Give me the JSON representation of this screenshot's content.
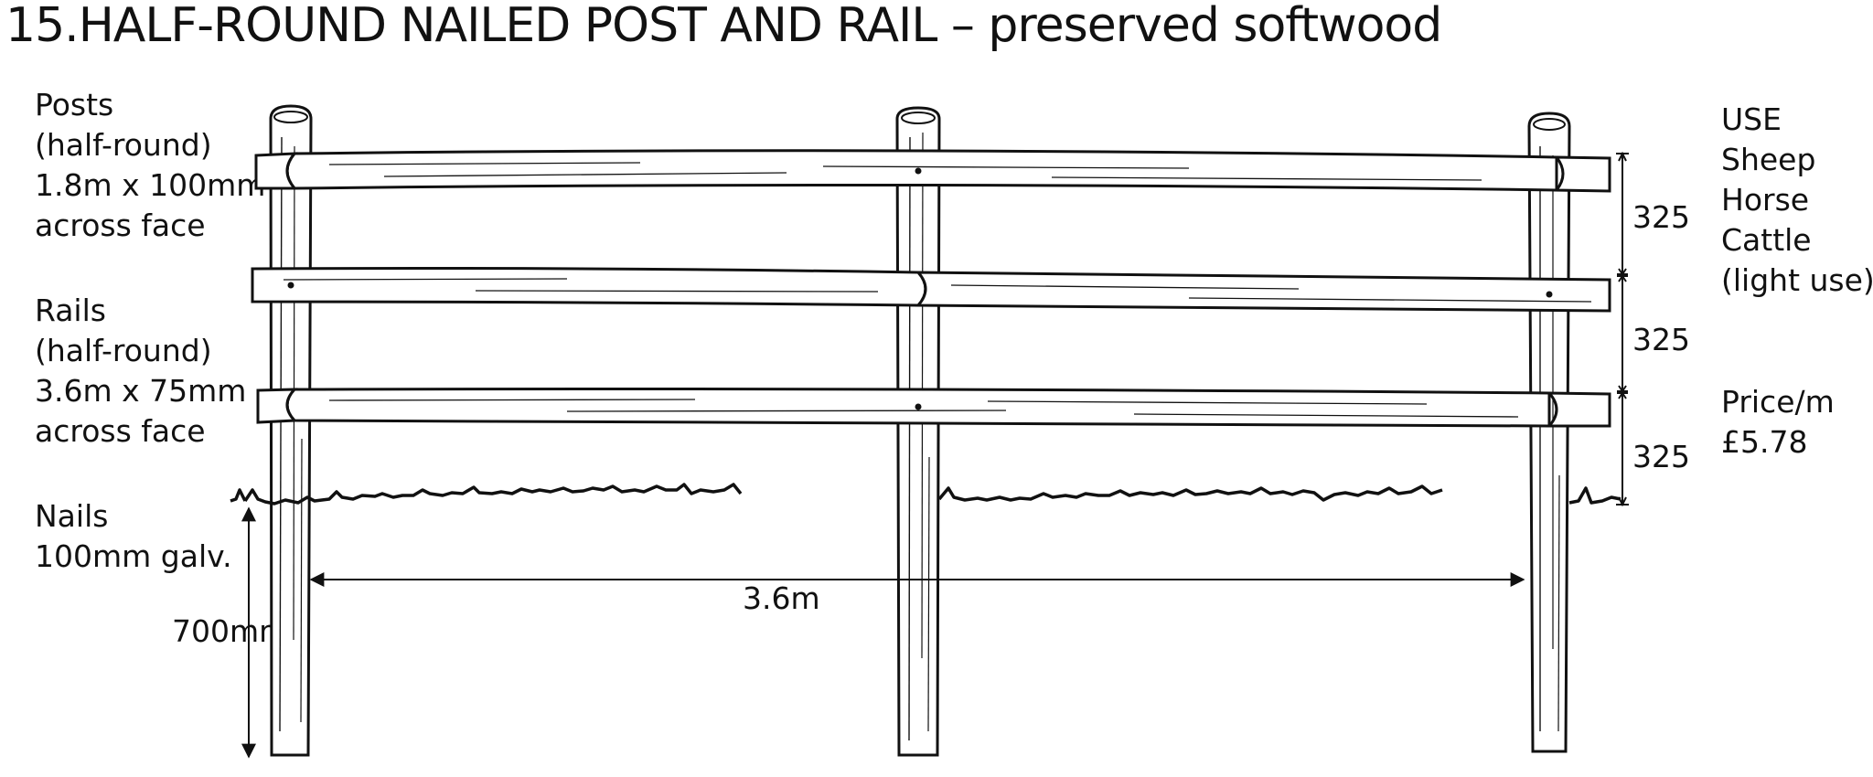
{
  "title": "15.HALF-ROUND NAILED POST AND RAIL – preserved softwood",
  "posts": {
    "heading": "Posts",
    "lines": [
      "(half-round)",
      "1.8m x 100mm",
      "across face"
    ]
  },
  "rails": {
    "heading": "Rails",
    "lines": [
      "(half-round)",
      "3.6m x 75mm",
      "across face"
    ]
  },
  "nails": {
    "heading": "Nails",
    "lines": [
      "100mm galv."
    ]
  },
  "use": {
    "heading": "USE",
    "lines": [
      "Sheep",
      "Horse",
      "Cattle",
      "(light use)"
    ]
  },
  "price": {
    "heading": "Price/m",
    "value": "£5.78"
  },
  "dimensions": {
    "rail_spacings": [
      "325",
      "325",
      "325"
    ],
    "post_spacing": "3.6m",
    "post_depth": "700mm"
  }
}
